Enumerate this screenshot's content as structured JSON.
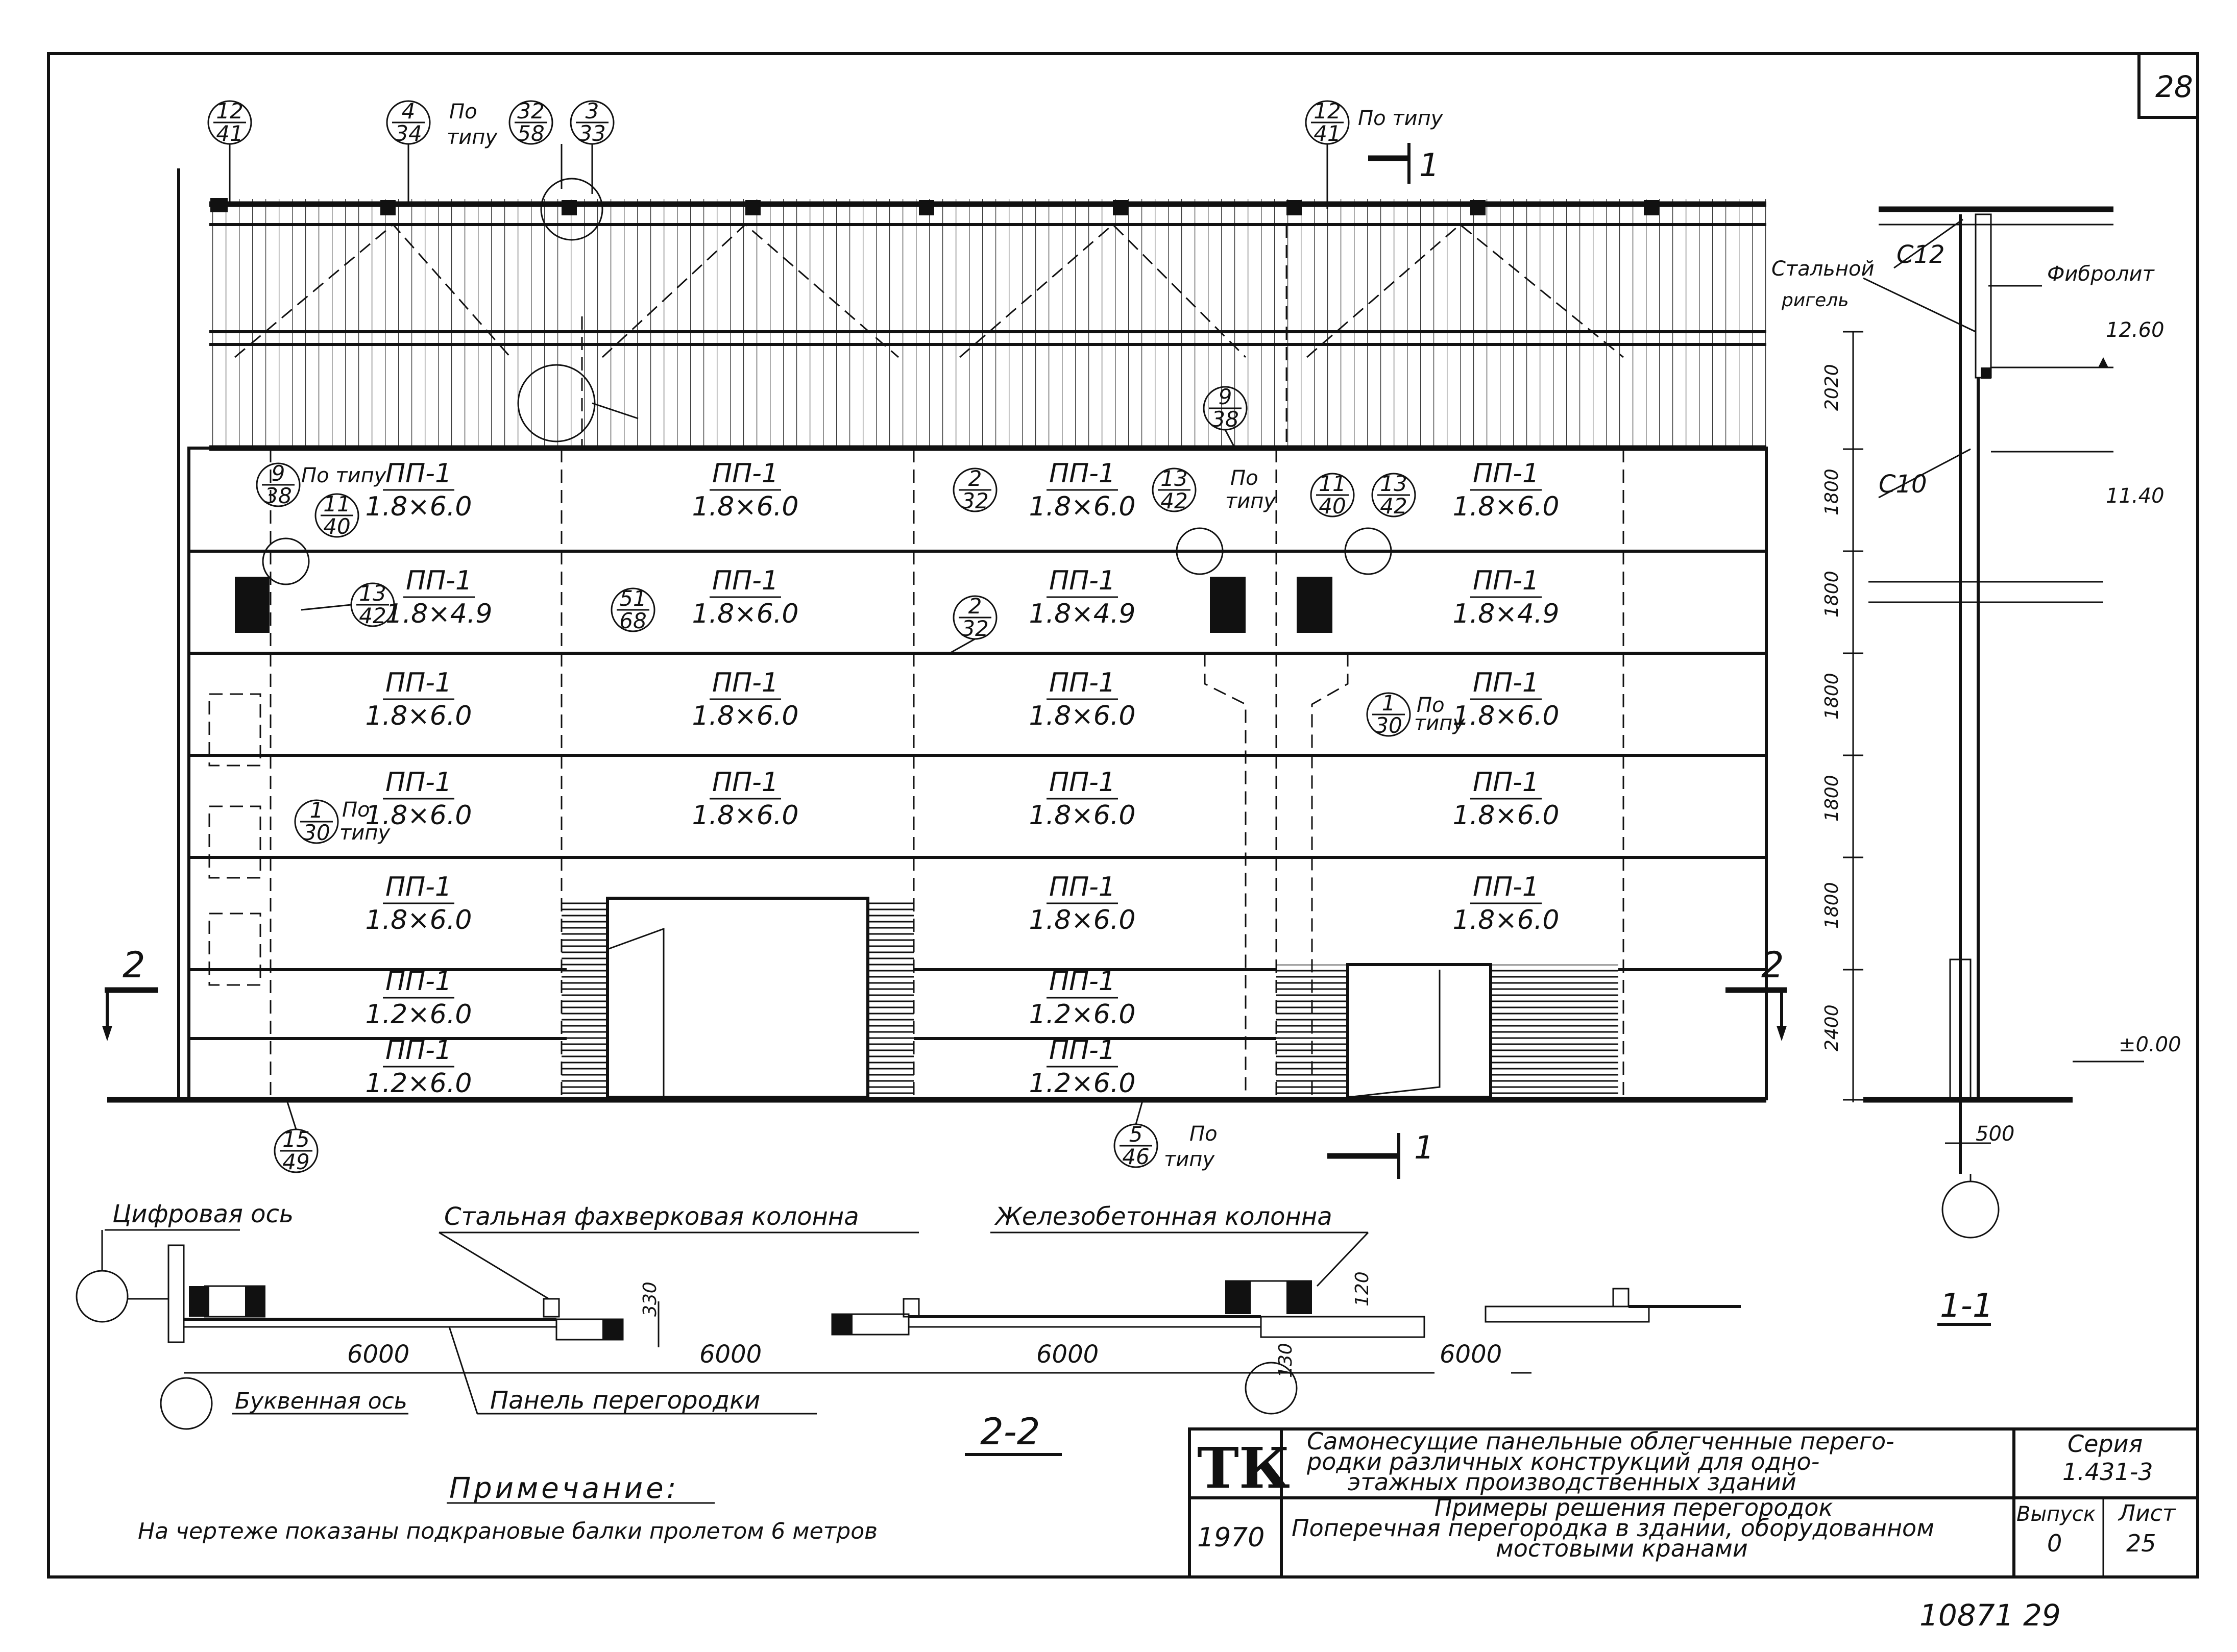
{
  "sheet": {
    "number": "28",
    "handwritten_note": "10871  29",
    "section_label": "2-2",
    "section_mark_left": "2",
    "section_mark_right": "2",
    "cut_mark": "1",
    "section_view_label": "1-1"
  },
  "refs": {
    "r1": {
      "top": "12",
      "bottom": "41"
    },
    "r2": {
      "top": "4",
      "bottom": "34"
    },
    "r3": {
      "top": "32",
      "bottom": "58"
    },
    "r4": {
      "top": "3",
      "bottom": "33"
    },
    "r5": {
      "top": "12",
      "bottom": "41"
    },
    "r6": {
      "top": "9",
      "bottom": "38"
    },
    "r7": {
      "top": "9",
      "bottom": "38"
    },
    "r8": {
      "top": "11",
      "bottom": "40"
    },
    "r9": {
      "top": "13",
      "bottom": "42"
    },
    "r10": {
      "top": "51",
      "bottom": "68"
    },
    "r11": {
      "top": "2",
      "bottom": "32"
    },
    "r12": {
      "top": "2",
      "bottom": "32"
    },
    "r13": {
      "top": "13",
      "bottom": "42"
    },
    "r14": {
      "top": "11",
      "bottom": "40"
    },
    "r15": {
      "top": "13",
      "bottom": "42"
    },
    "r16": {
      "top": "1",
      "bottom": "30"
    },
    "r17": {
      "top": "1",
      "bottom": "30"
    },
    "r18": {
      "top": "15",
      "bottom": "49"
    },
    "r19": {
      "top": "5",
      "bottom": "46"
    }
  },
  "notes": {
    "po_tipu_1": "По типу",
    "po_tipu_2": "По типу",
    "po_tipu_3": "По типу",
    "po_1": "По",
    "tipu_1": "типу",
    "po_2": "По",
    "tipu_2": "типу",
    "po_3": "По",
    "tipu_3": "типу",
    "po_4": "По",
    "tipu_4": "типу",
    "po_5": "По",
    "tipu_5": "типу"
  },
  "panels": [
    {
      "name": "ПП-1",
      "size": "1.8×6.0"
    },
    {
      "name": "ПП-1",
      "size": "1.8×6.0"
    },
    {
      "name": "ПП-1",
      "size": "1.8×6.0"
    },
    {
      "name": "ПП-1",
      "size": "1.8×6.0"
    },
    {
      "name": "ПП-1",
      "size": "1.8×4.9"
    },
    {
      "name": "ПП-1",
      "size": "1.8×6.0"
    },
    {
      "name": "ПП-1",
      "size": "1.8×4.9"
    },
    {
      "name": "ПП-1",
      "size": "1.8×4.9"
    },
    {
      "name": "ПП-1",
      "size": "1.8×6.0"
    },
    {
      "name": "ПП-1",
      "size": "1.8×6.0"
    },
    {
      "name": "ПП-1",
      "size": "1.8×6.0"
    },
    {
      "name": "ПП-1",
      "size": "1.8×6.0"
    },
    {
      "name": "ПП-1",
      "size": "1.8×6.0"
    },
    {
      "name": "ПП-1",
      "size": "1.8×6.0"
    },
    {
      "name": "ПП-1",
      "size": "1.8×6.0"
    },
    {
      "name": "ПП-1",
      "size": "1.8×6.0"
    },
    {
      "name": "ПП-1",
      "size": "1.8×6.0"
    },
    {
      "name": "ПП-1",
      "size": "1.8×6.0"
    },
    {
      "name": "ПП-1",
      "size": "1.8×6.0"
    },
    {
      "name": "ПП-1",
      "size": "1.2×6.0"
    },
    {
      "name": "ПП-1",
      "size": "1.2×6.0"
    },
    {
      "name": "ПП-1",
      "size": "1.2×6.0"
    },
    {
      "name": "ПП-1",
      "size": "1.2×6.0"
    }
  ],
  "section_1_1": {
    "c12": "С12",
    "fibrolit": "Фибролит",
    "steel_rigel_1": "Стальной",
    "steel_rigel_2": "ригель",
    "elev_1": "12.60",
    "c10": "С10",
    "elev_2": "11.40",
    "elev_0": "±0.00",
    "dims": [
      "2020",
      "1800",
      "1800",
      "1800",
      "1800",
      "1800",
      "2400"
    ],
    "dim_500": "500"
  },
  "plan": {
    "digit_axis": "Цифровая ось",
    "letter_axis": "Буквенная ось",
    "steel_column": "Стальная фахверковая колонна",
    "rc_column": "Железобетонная колонна",
    "panel": "Панель перегородки",
    "dim_6000_1": "6000",
    "dim_6000_2": "6000",
    "dim_6000_3": "6000",
    "dim_6000_4": "6000",
    "dim_330": "330",
    "dim_120": "120",
    "dim_130": "130"
  },
  "note": {
    "title": "Примечание:",
    "text": "На чертеже показаны подкрановые балки пролетом 6 метров"
  },
  "title_block": {
    "org": "ТК",
    "year": "1970",
    "title_1": "Самонесущие панельные облегченные перего-",
    "title_2": "родки различных конструкций для одно-",
    "title_3": "этажных производственных зданий",
    "sub_1": "Примеры решения перегородок",
    "sub_2": "Поперечная перегородка в здании, оборудованном",
    "sub_3": "мостовыми кранами",
    "series_label": "Серия",
    "series_value": "1.431-3",
    "issue_label": "Выпуск",
    "issue_value": "0",
    "sheet_label": "Лист",
    "sheet_value": "25"
  }
}
